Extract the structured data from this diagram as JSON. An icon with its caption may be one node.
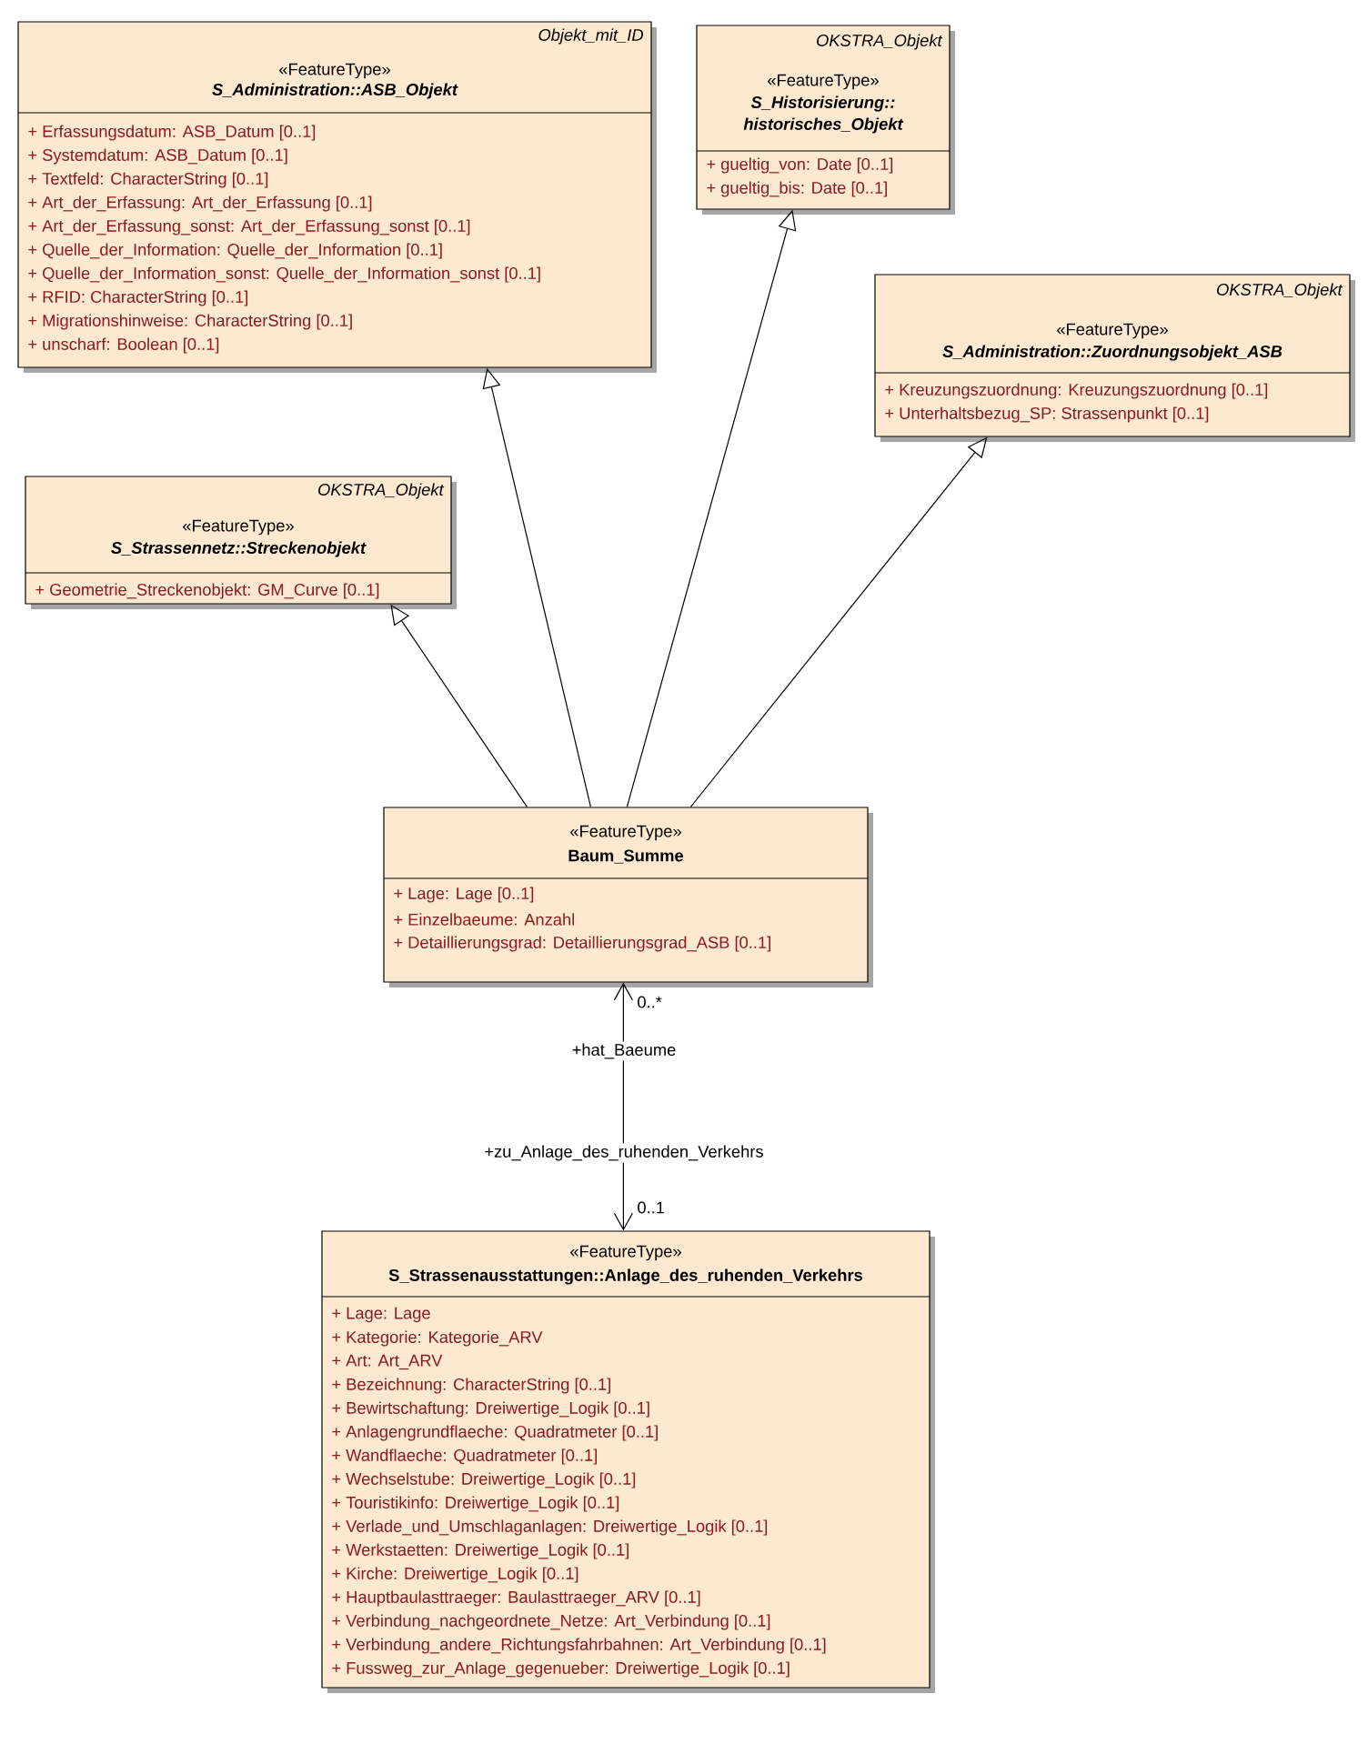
{
  "diagram": {
    "nodes": [
      {
        "text": [
          "Objekt_mit_ID",
          "«FeatureType»",
          "S_Administration::ASB_Objekt",
          "+ Erfassungsdatum: ASB_Datum [0..1]",
          "+ Systemdatum: ASB_Datum [0..1]",
          "+ Textfeld: CharacterString [0..1]",
          "+ Art_der_Erfassung: Art_der_Erfassung [0..1]",
          "+ Art_der_Erfassung_sonst: Art_der_Erfassung_sonst [0..1]",
          "+ Quelle_der_Information: Quelle_der_Information [0..1]",
          "+ Quelle_der_Information_sonst: Quelle_der_Information_sonst [0..1]",
          "+ RFID: CharacterString [0..1]",
          "+ Migrationshinweise: CharacterString [0..1]",
          "+ unscharf: Boolean [0..1]"
        ]
      },
      {
        "text": [
          "OKSTRA_Objekt",
          "«FeatureType»",
          "S_Historisierung::historisches_Objekt",
          "+ gueltig_von: Date [0..1]",
          "+ gueltig_bis: Date [0..1]"
        ]
      },
      {
        "text": [
          "OKSTRA_Objekt",
          "«FeatureType»",
          "S_Administration::Zuordnungsobjekt_ASB",
          "+ Kreuzungszuordnung: Kreuzungszuordnung [0..1]",
          "+ Unterhaltsbezug_SP: Strassenpunkt [0..1]"
        ]
      },
      {
        "text": [
          "OKSTRA_Objekt",
          "«FeatureType»",
          "S_Strassennetz::Streckenobjekt",
          "+ Geometrie_Streckenobjekt: GM_Curve [0..1]"
        ]
      },
      {
        "text": [
          "«FeatureType»",
          "Baum_Summe",
          "+ Lage: Lage [0..1]",
          "+ Einzelbaeume: Anzahl",
          "+ Detaillierungsgrad: Detaillierungsgrad_ASB [0..1]"
        ]
      },
      {
        "text": [
          "«FeatureType»",
          "S_Strassenausstattungen::Anlage_des_ruhenden_Verkehrs",
          "+ Lage: Lage",
          "+ Kategorie: Kategorie_ARV",
          "+ Art: Art_ARV",
          "+ Bezeichnung: CharacterString [0..1]",
          "+ Bewirtschaftung: Dreiwertige_Logik [0..1]",
          "+ Anlagengrundflaeche: Quadratmeter [0..1]",
          "+ Wandflaeche: Quadratmeter [0..1]",
          "+ Wechselstube: Dreiwertige_Logik [0..1]",
          "+ Touristikinfo: Dreiwertige_Logik [0..1]",
          "+ Verlade_und_Umschlaganlagen: Dreiwertige_Logik [0..1]",
          "+ Werkstaetten: Dreiwertige_Logik [0..1]",
          "+ Kirche: Dreiwertige_Logik [0..1]",
          "+ Hauptbaulasttraeger: Baulasttraeger_ARV [0..1]",
          "+ Verbindung_nachgeordnete_Netze: Art_Verbindung [0..1]",
          "+ Verbindung_andere_Richtungsfahrbahnen: Art_Verbindung [0..1]",
          "+ Fussweg_zur_Anlage_gegenueber: Dreiwertige_Logik [0..1]"
        ]
      }
    ],
    "edges": [
      {
        "from": 4,
        "to": 3,
        "arrow": "to"
      },
      {
        "from": 4,
        "to": 0,
        "arrow": "to"
      },
      {
        "from": 4,
        "to": 1,
        "arrow": "to"
      },
      {
        "from": 4,
        "to": 2,
        "arrow": "to"
      },
      {
        "from": 5,
        "to": 4,
        "arrow": "both",
        "label": "+hat_Baeume"
      }
    ],
    "labels": [
      "0..*",
      "+zu_Anlage_des_ruhenden_Verkehrs",
      "0..1"
    ]
  }
}
